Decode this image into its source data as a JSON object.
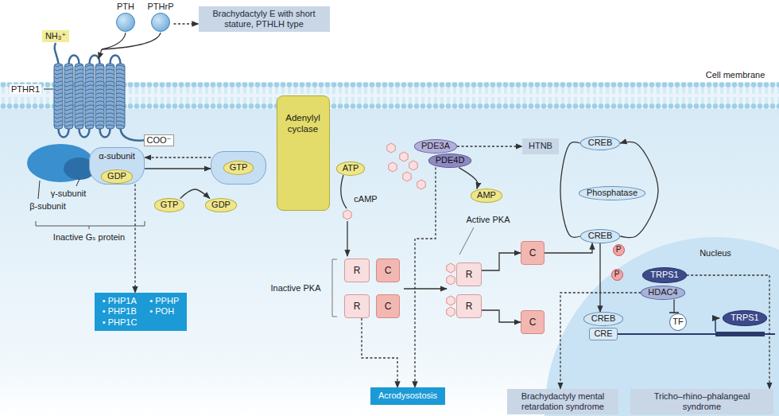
{
  "diagram": {
    "nodes": [
      {
        "text": [
          "PTH"
        ]
      },
      {
        "text": [
          "PTHrP"
        ]
      },
      {
        "text": [
          "Brachydactyly E with short stature, PTHLH type"
        ]
      },
      {
        "text": [
          "α-subunit"
        ]
      },
      {
        "text": [
          "GDP"
        ],
        "in": 3
      },
      {
        "text": [
          "GTP"
        ]
      },
      {
        "text": [
          "GTP"
        ]
      },
      {
        "text": [
          "GDP"
        ]
      },
      {
        "text": [
          "Adenylyl cyclase"
        ]
      },
      {
        "text": [
          "ATP"
        ]
      },
      {
        "text": [
          "PDE3A"
        ]
      },
      {
        "text": [
          "PDE4D"
        ]
      },
      {
        "text": [
          "HTNB"
        ]
      },
      {
        "text": [
          "AMP"
        ]
      },
      {
        "text": [
          "R"
        ]
      },
      {
        "text": [
          "C"
        ]
      },
      {
        "text": [
          "R"
        ]
      },
      {
        "text": [
          "C"
        ]
      },
      {
        "text": [
          "R"
        ]
      },
      {
        "text": [
          "R"
        ]
      },
      {
        "text": [
          "C"
        ]
      },
      {
        "text": [
          "C"
        ]
      },
      {
        "text": [
          "CREB"
        ]
      },
      {
        "text": [
          "Phosphatase"
        ]
      },
      {
        "text": [
          "CREB"
        ]
      },
      {
        "text": [
          "P"
        ]
      },
      {
        "text": [
          "TRPS1"
        ]
      },
      {
        "text": [
          "HDAC4"
        ]
      },
      {
        "text": [
          "P"
        ]
      },
      {
        "text": [
          "TF"
        ]
      },
      {
        "text": [
          "TRPS1"
        ]
      },
      {
        "text": [
          "CREB"
        ]
      },
      {
        "text": [
          "CRE"
        ]
      },
      {
        "text": [
          "• PHP1A",
          "• PHP1B",
          "• PHP1C",
          "• PPHP",
          "• POH"
        ]
      },
      {
        "text": [
          "Acrodysostosis"
        ]
      },
      {
        "text": [
          "Brachydactyly mental retardation syndrome"
        ]
      },
      {
        "text": [
          "Tricho–rhino–phalangeal syndrome"
        ]
      }
    ],
    "edges": [
      {
        "from": 1,
        "to": 2,
        "arrow": "to"
      },
      {
        "from": 3,
        "to": 5,
        "arrow": "to"
      },
      {
        "from": 5,
        "to": 3,
        "arrow": "to"
      },
      {
        "from": 3,
        "to": 33,
        "arrow": "to"
      },
      {
        "from": 10,
        "to": 12,
        "arrow": "to"
      },
      {
        "from": 11,
        "to": 13,
        "arrow": "to"
      },
      {
        "from": 6,
        "to": 7,
        "arrow": "to"
      },
      {
        "from": 20,
        "to": 24,
        "arrow": "to"
      },
      {
        "from": 24,
        "to": 22,
        "arrow": "to"
      },
      {
        "from": 22,
        "to": 24,
        "arrow": "none"
      },
      {
        "from": 18,
        "to": 20,
        "arrow": "to"
      },
      {
        "from": 19,
        "to": 21,
        "arrow": "to"
      },
      {
        "from": 24,
        "to": 31,
        "arrow": "to"
      },
      {
        "from": 27,
        "to": 29,
        "arrow": "none"
      },
      {
        "from": 27,
        "to": 35,
        "arrow": "to"
      },
      {
        "from": 26,
        "to": 36,
        "arrow": "to"
      },
      {
        "from": 16,
        "to": 34,
        "arrow": "to"
      },
      {
        "from": 11,
        "to": 34,
        "arrow": "to"
      }
    ],
    "labels": [
      "NH₃⁺",
      "PTHR1",
      "COO⁻",
      "Cell membrane",
      "γ-subunit",
      "β-subunit",
      "Inactive Gₛ protein",
      "cAMP",
      "Active PKA",
      "Inactive PKA",
      "Nucleus"
    ]
  }
}
